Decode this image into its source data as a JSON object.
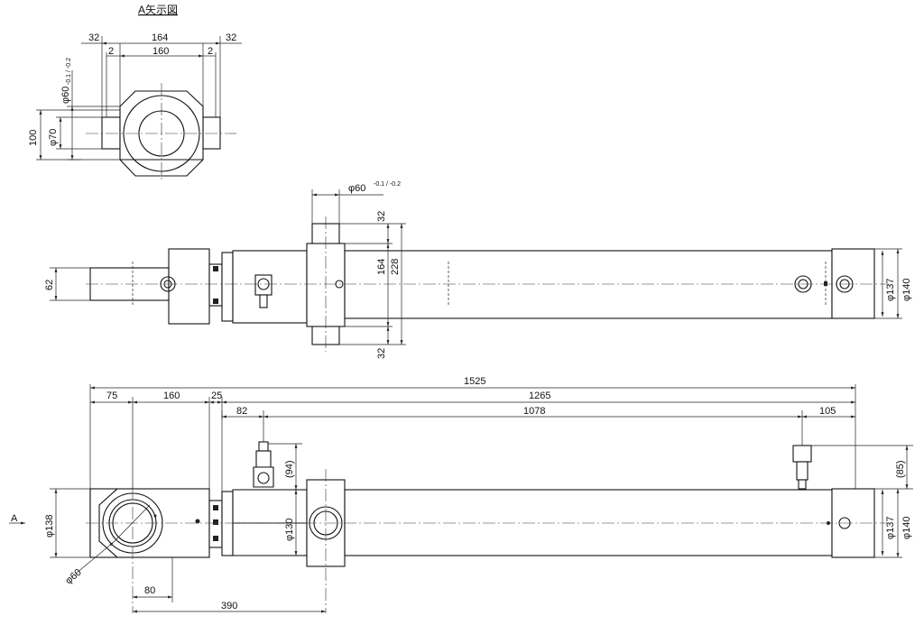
{
  "title": "A矢示図",
  "arrow_label": "A",
  "view_a": {
    "width_total": "164",
    "boss_left": "32",
    "boss_right": "32",
    "inner_width": "160",
    "gap_left": "2",
    "gap_right": "2",
    "dia_pin": "φ60",
    "dia_pin_tol": "-0.1 / -0.2",
    "dia_body": "φ70",
    "height": "100"
  },
  "top_view": {
    "dia_trunnion": "φ60",
    "dia_trunnion_tol": "-0.1 / -0.2",
    "trunnion_top": "32",
    "trunnion_bottom": "32",
    "block_height": "164",
    "trunnion_total": "228",
    "rod_height": "62",
    "dia_137": "φ137",
    "dia_140": "φ140"
  },
  "front_view": {
    "overall": "1525",
    "d75": "75",
    "d160": "160",
    "d25": "25",
    "d1265": "1265",
    "d82": "82",
    "d1078": "1078",
    "d105": "105",
    "d94": "(94)",
    "d85": "(85)",
    "dia_130": "φ130",
    "dia_138": "φ138",
    "dia_60": "φ60",
    "dia_137": "φ137",
    "dia_140": "φ140",
    "d80": "80",
    "d390": "390"
  }
}
